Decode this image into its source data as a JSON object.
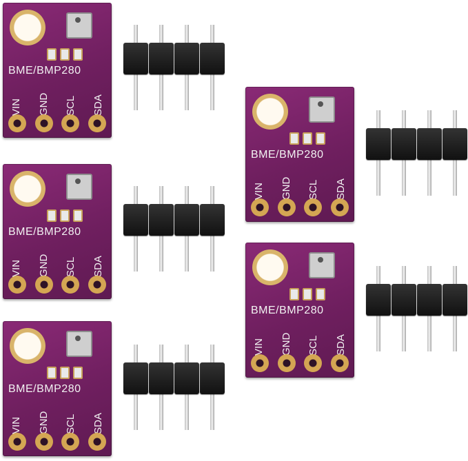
{
  "product": {
    "board_label": "BME/BMP280",
    "pins": [
      "VIN",
      "GND",
      "SCL",
      "SDA"
    ]
  },
  "colors": {
    "pcb": "#6f1f5f",
    "gold": "#d4a653",
    "header": "#111111"
  }
}
